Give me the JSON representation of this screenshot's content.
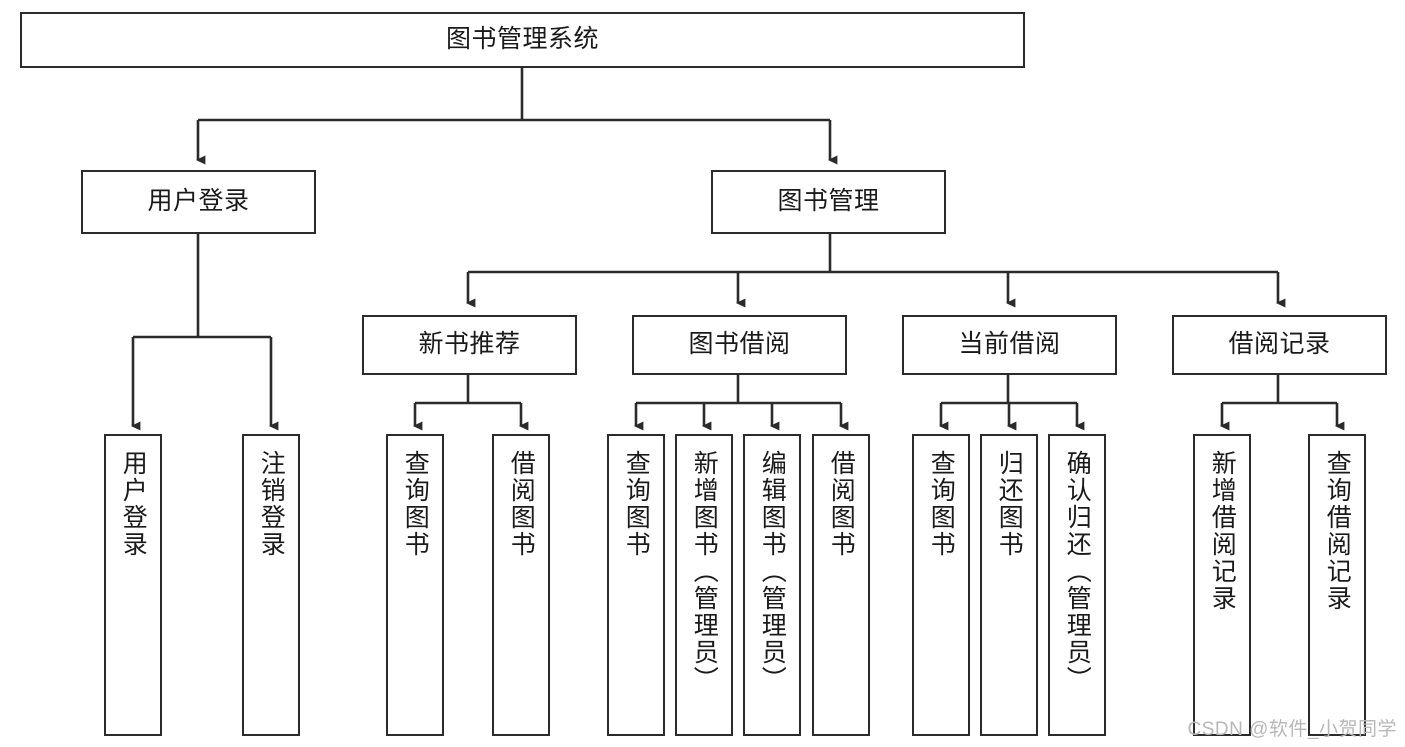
{
  "diagram": {
    "title": "图书管理系统",
    "type": "tree-hierarchy-chart",
    "watermark": "CSDN @软件_小贺同学",
    "root": {
      "label": "图书管理系统"
    },
    "level2": [
      {
        "label": "用户登录"
      },
      {
        "label": "图书管理"
      }
    ],
    "level3": [
      {
        "label": "新书推荐"
      },
      {
        "label": "图书借阅"
      },
      {
        "label": "当前借阅"
      },
      {
        "label": "借阅记录"
      }
    ],
    "leaves": {
      "user_login": [
        {
          "label": "用户登录"
        },
        {
          "label": "注销登录"
        }
      ],
      "new_book_recommend": [
        {
          "label": "查询图书"
        },
        {
          "label": "借阅图书"
        }
      ],
      "book_borrow": [
        {
          "label": "查询图书"
        },
        {
          "label": "新增图书（管理员）"
        },
        {
          "label": "编辑图书（管理员）"
        },
        {
          "label": "借阅图书"
        }
      ],
      "current_borrow": [
        {
          "label": "查询图书"
        },
        {
          "label": "归还图书"
        },
        {
          "label": "确认归还（管理员）"
        }
      ],
      "borrow_record": [
        {
          "label": "新增借阅记录"
        },
        {
          "label": "查询借阅记录"
        }
      ]
    },
    "colors": {
      "stroke": "#2b2b2b",
      "fill": "#ffffff",
      "text": "#1a1a1a",
      "watermark": "#b8b8b8"
    }
  }
}
